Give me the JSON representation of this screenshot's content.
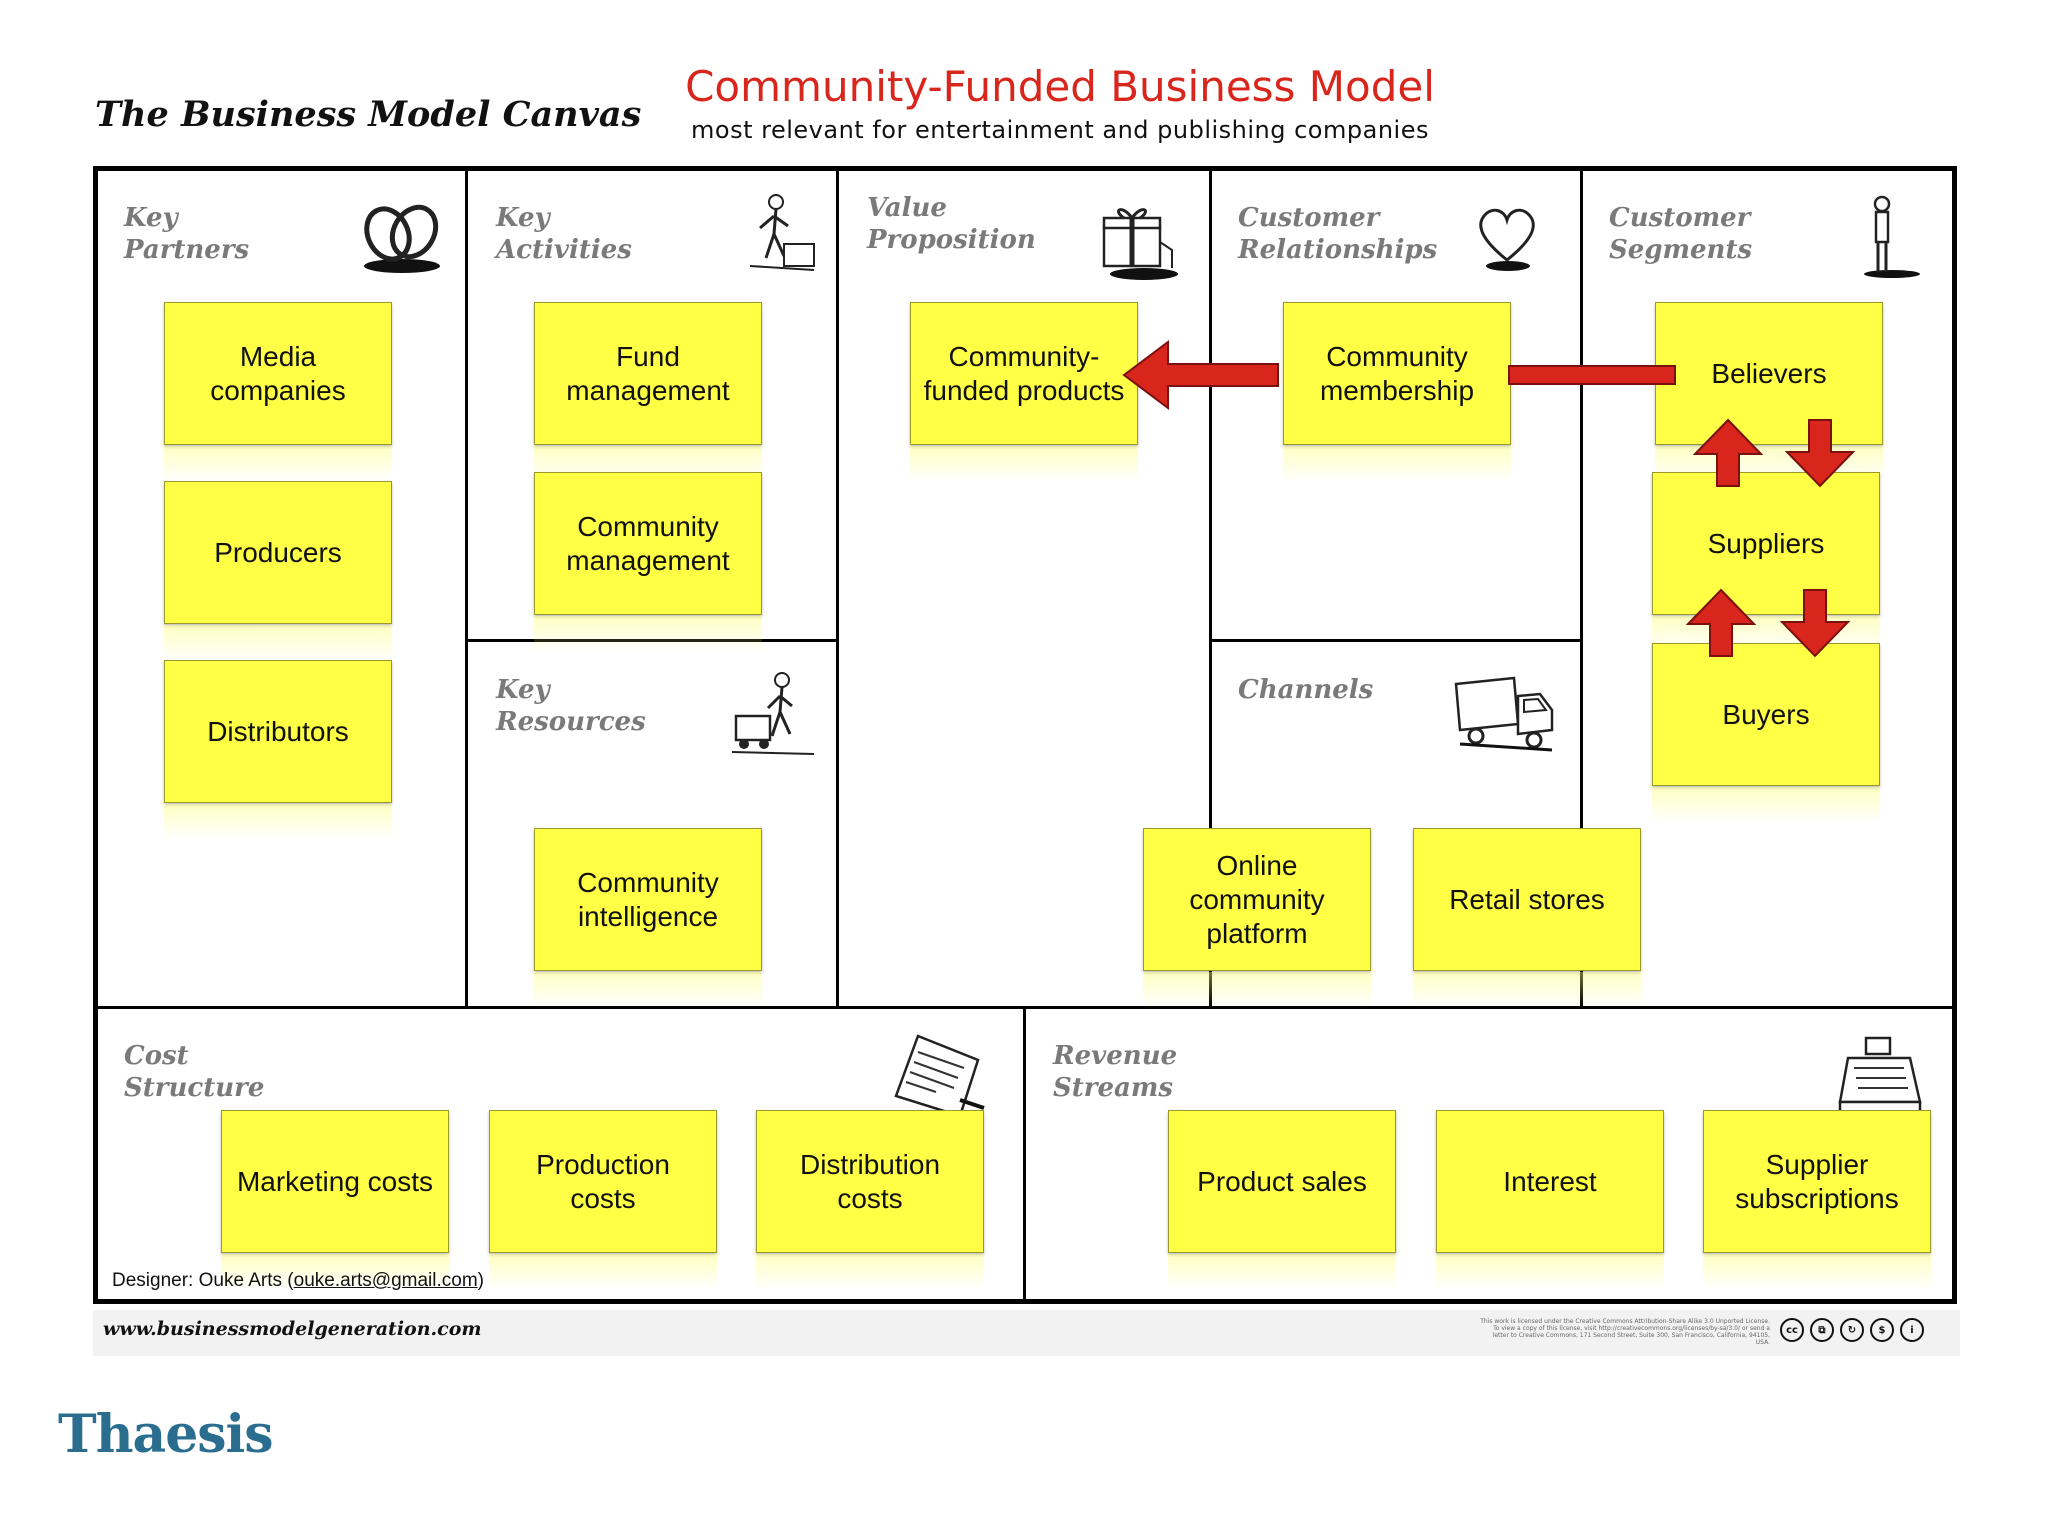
{
  "header": {
    "canvas_title": "The Business Model Canvas",
    "main_title": "Community-Funded Business Model",
    "subtitle": "most relevant for entertainment and publishing companies"
  },
  "sections": {
    "key_partners": "Key\nPartners",
    "key_activities": "Key\nActivities",
    "key_resources": "Key\nResources",
    "value_proposition": "Value\nProposition",
    "customer_relationships": "Customer\nRelationships",
    "channels": "Channels",
    "customer_segments": "Customer\nSegments",
    "cost_structure": "Cost\nStructure",
    "revenue_streams": "Revenue\nStreams"
  },
  "notes": {
    "key_partners": [
      "Media companies",
      "Producers",
      "Distributors"
    ],
    "key_activities": [
      "Fund management",
      "Community management"
    ],
    "key_resources": [
      "Community intelligence"
    ],
    "value_proposition": [
      "Community-funded products"
    ],
    "customer_relationships": [
      "Community membership"
    ],
    "channels": [
      "Online community platform",
      "Retail stores"
    ],
    "customer_segments": [
      "Believers",
      "Suppliers",
      "Buyers"
    ],
    "cost_structure": [
      "Marketing costs",
      "Production costs",
      "Distribution costs"
    ],
    "revenue_streams": [
      "Product sales",
      "Interest",
      "Supplier subscriptions"
    ]
  },
  "footer": {
    "designer_prefix": "Designer: Ouke Arts (",
    "designer_email": "ouke.arts@gmail.com",
    "designer_suffix": ")",
    "website": "www.businessmodelgeneration.com",
    "license": "This work is licensed under the Creative Commons Attribution-Share Alike 3.0 Unported License. To view a copy of this license, visit http://creativecommons.org/licenses/by-sa/3.0/ or send a letter to Creative Commons, 171 Second Street, Suite 300, San Francisco, California, 94105, USA.",
    "brand": "Thaesis"
  },
  "colors": {
    "note_fill": "#ffff45",
    "arrow_red": "#d9261c",
    "title_red": "#d9261c",
    "label_gray": "#7a7a7a",
    "brand_blue": "#2a6d8f"
  }
}
